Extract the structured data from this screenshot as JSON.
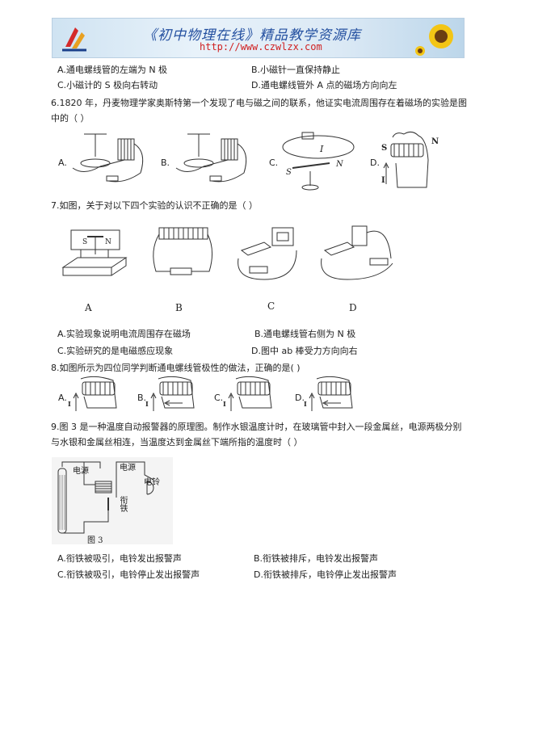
{
  "banner": {
    "title": "《初中物理在线》精品教学资源库",
    "url": "http://www.czwlzx.com"
  },
  "q5_options": {
    "A": "A.通电螺线管的左端为 N 极",
    "B": "B.小磁针一直保持静止",
    "C": "C.小磁计的 S 极向右转动",
    "D": "D.通电螺线管外 A 点的磁场方向向左"
  },
  "q6": {
    "stem_line1": "6.1820 年，丹麦物理学家奥斯特第一个发现了电与磁之间的联系，他证实电流周围存在着磁场的实验是图",
    "stem_line2": "中的（        ）",
    "labels": [
      "A.",
      "B.",
      "C.",
      "D."
    ],
    "fig_c_current": "I",
    "fig_c_n": "N",
    "fig_c_s": "S",
    "fig_d_s": "S",
    "fig_d_n": "N",
    "fig_d_i": "I"
  },
  "q7": {
    "stem": "7.如图，关于对以下四个实验的认识不正确的是（        ）",
    "fig_a_s": "S",
    "fig_a_n": "N",
    "captions": [
      "A",
      "B",
      "C",
      "D"
    ],
    "options": {
      "A": "A.实验现象说明电流周围存在磁场",
      "B": "B.通电螺线管右侧为 N 极",
      "C": "C.实验研究的是电磁感应现象",
      "D": "D.图中  ab 棒受力方向向右"
    }
  },
  "q8": {
    "stem": "8.如图所示为四位同学判断通电螺线管极性的做法，正确的是(        )",
    "labels": [
      "A.",
      "B.",
      "C.",
      "D."
    ],
    "current": "I"
  },
  "q9": {
    "stem_line1": "9.图 3 是一种温度自动报警器的原理图。制作水银温度计时，在玻璃管中封入一段金属丝，电源两极分别",
    "stem_line2": "与水银和金属丝相连，当温度达到金属丝下端所指的温度时（        ）",
    "fig_power1": "电源",
    "fig_power2": "电源",
    "fig_armature": "衔铁",
    "fig_bell": "电铃",
    "fig_caption": "图 3",
    "options": {
      "A": "A.衔铁被吸引，电铃发出报警声",
      "B": "B.衔铁被排斥，电铃发出报警声",
      "C": "C.衔铁被吸引，电铃停止发出报警声",
      "D": "D.衔铁被排斥，电铃停止发出报警声"
    }
  },
  "colors": {
    "banner_title": "#2450a0",
    "banner_url": "#d02020",
    "text": "#222222",
    "figure_stroke": "#333333"
  }
}
